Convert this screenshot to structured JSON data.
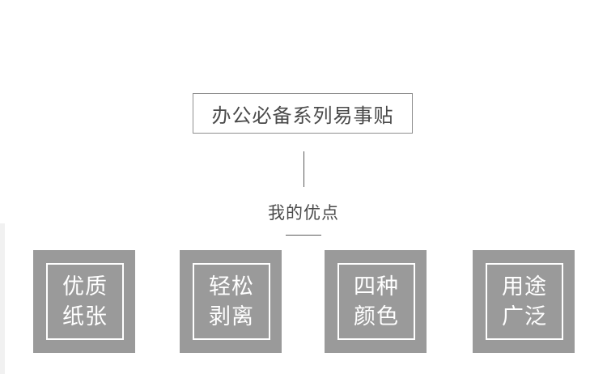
{
  "header": {
    "title": "办公必备系列易事贴",
    "subtitle": "我的优点"
  },
  "features": [
    {
      "line1": "优质",
      "line2": "纸张"
    },
    {
      "line1": "轻松",
      "line2": "剥离"
    },
    {
      "line1": "四种",
      "line2": "颜色"
    },
    {
      "line1": "用途",
      "line2": "广泛"
    }
  ],
  "colors": {
    "tile_background": "#9a9a9a",
    "tile_frame": "#ffffff",
    "text_primary": "#4a4a4a",
    "title_border": "#8f8f8f",
    "divider": "#5a5a5a"
  }
}
